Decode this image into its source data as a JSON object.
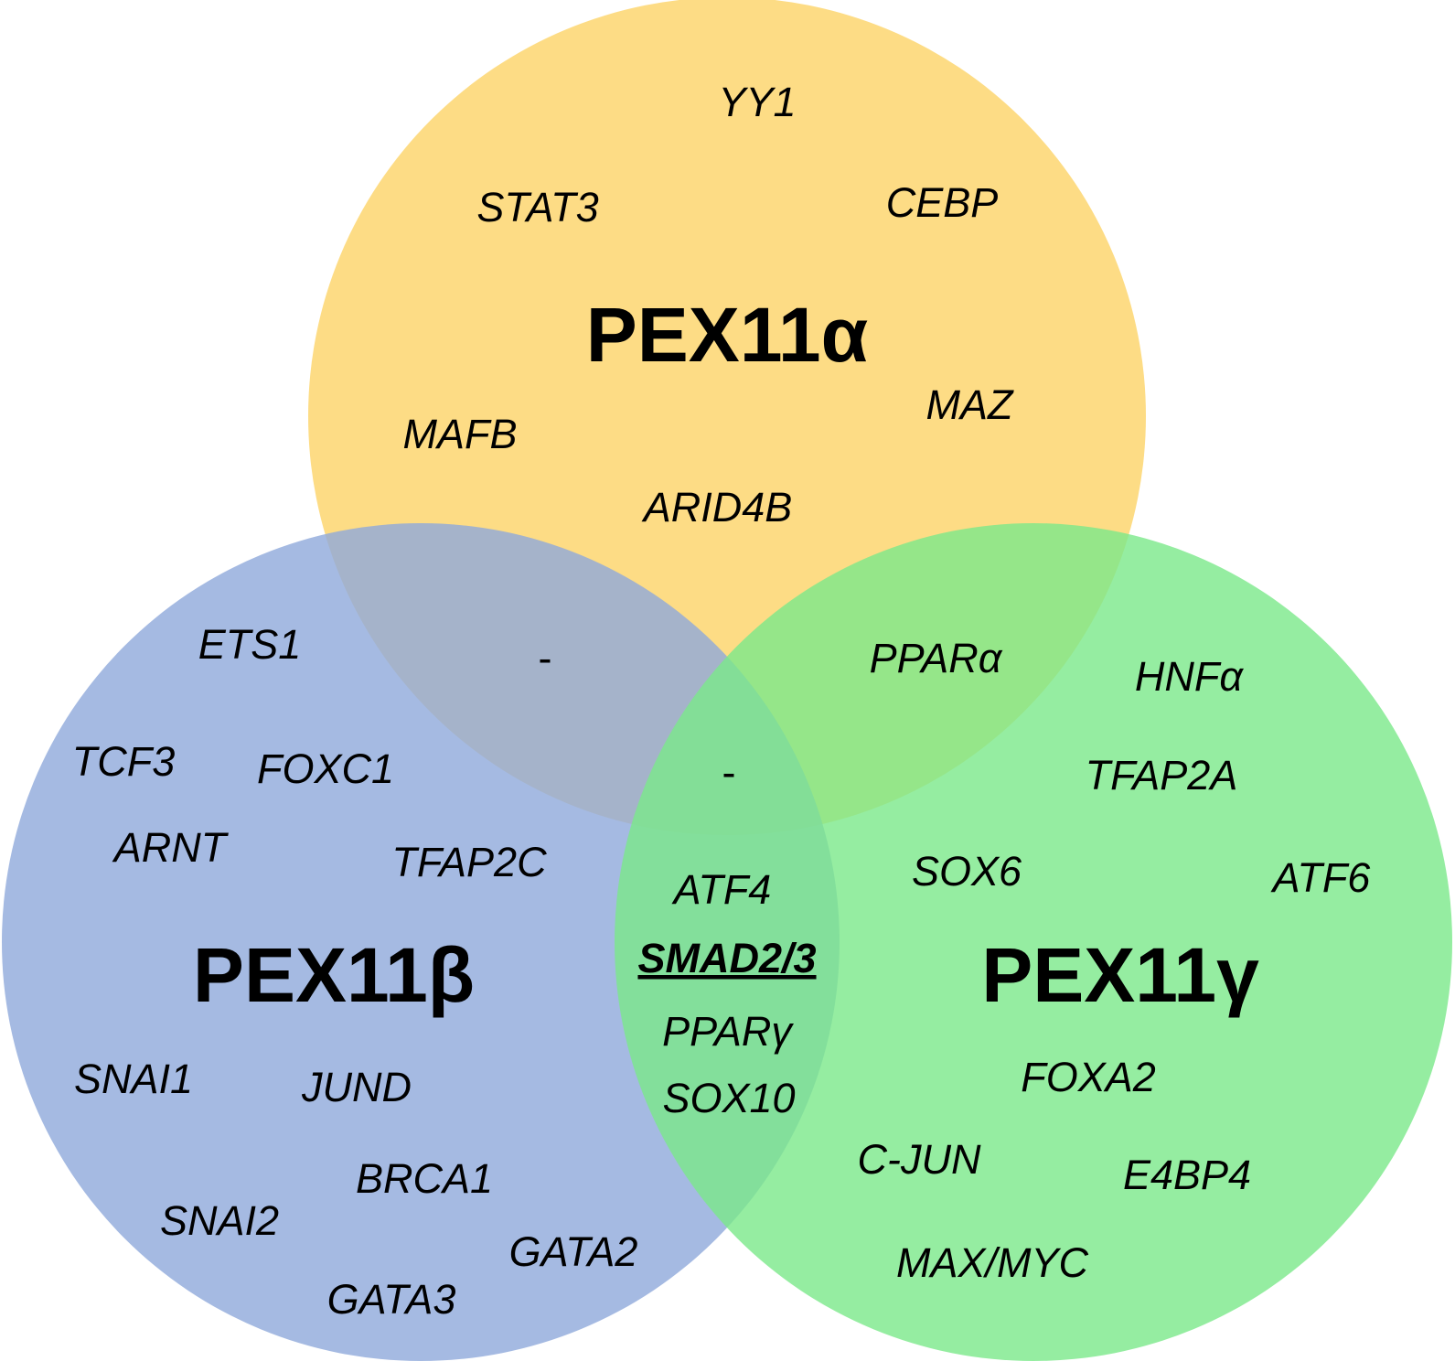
{
  "colors": {
    "alpha": "#FDD366",
    "beta": "#8EA9DB",
    "gamma": "#7BE88A"
  },
  "sets": {
    "alpha": {
      "label": "PEX11α",
      "genes": [
        "YY1",
        "STAT3",
        "CEBP",
        "MAZ",
        "MAFB",
        "ARID4B"
      ]
    },
    "beta": {
      "label": "PEX11β",
      "genes": [
        "ETS1",
        "TCF3",
        "FOXC1",
        "ARNT",
        "TFAP2C",
        "SNAI1",
        "JUND",
        "BRCA1",
        "SNAI2",
        "GATA2",
        "GATA3"
      ]
    },
    "gamma": {
      "label": "PEX11γ",
      "genes": [
        "HNFα",
        "TFAP2A",
        "SOX6",
        "ATF6",
        "FOXA2",
        "C-JUN",
        "E4BP4",
        "MAX/MYC"
      ]
    }
  },
  "intersections": {
    "alpha_beta": "-",
    "alpha_gamma": "PPARα",
    "alpha_beta_gamma": "-",
    "beta_gamma": {
      "genes": [
        "ATF4",
        "SMAD2/3",
        "PPARγ",
        "SOX10"
      ],
      "highlighted": "SMAD2/3"
    }
  }
}
